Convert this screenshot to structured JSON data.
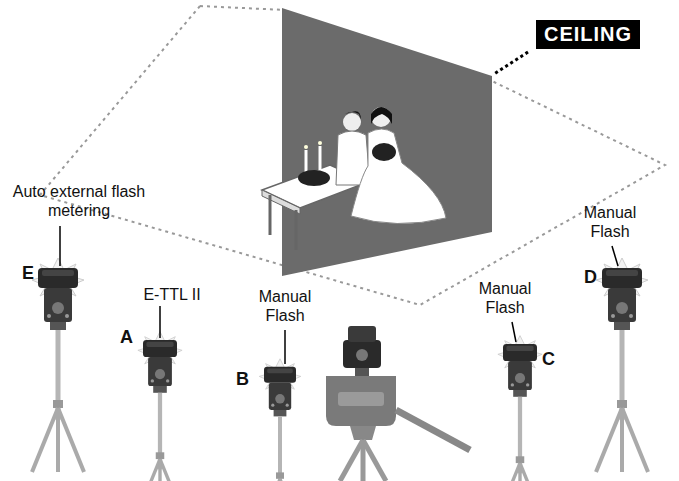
{
  "diagram": {
    "nodes": [
      {
        "text": [
          "CEILING"
        ]
      }
    ],
    "labels": [
      "Auto external flash metering",
      "E",
      "E-TTL II",
      "A",
      "Manual Flash",
      "B",
      "Manual Flash",
      "C",
      "Manual Flash",
      "D"
    ]
  }
}
